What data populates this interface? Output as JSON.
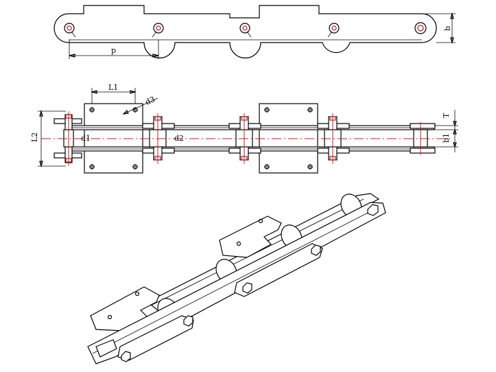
{
  "colors": {
    "line": "#000000",
    "centerline": "#d21a1a",
    "pin": "#c01818",
    "background": "#ffffff"
  },
  "labels": {
    "pitch": "p",
    "height": "b",
    "L1": "L1",
    "d3": "d3",
    "d1": "d1",
    "d2": "d2",
    "L2": "L2",
    "b1": "b1",
    "T": "T"
  }
}
